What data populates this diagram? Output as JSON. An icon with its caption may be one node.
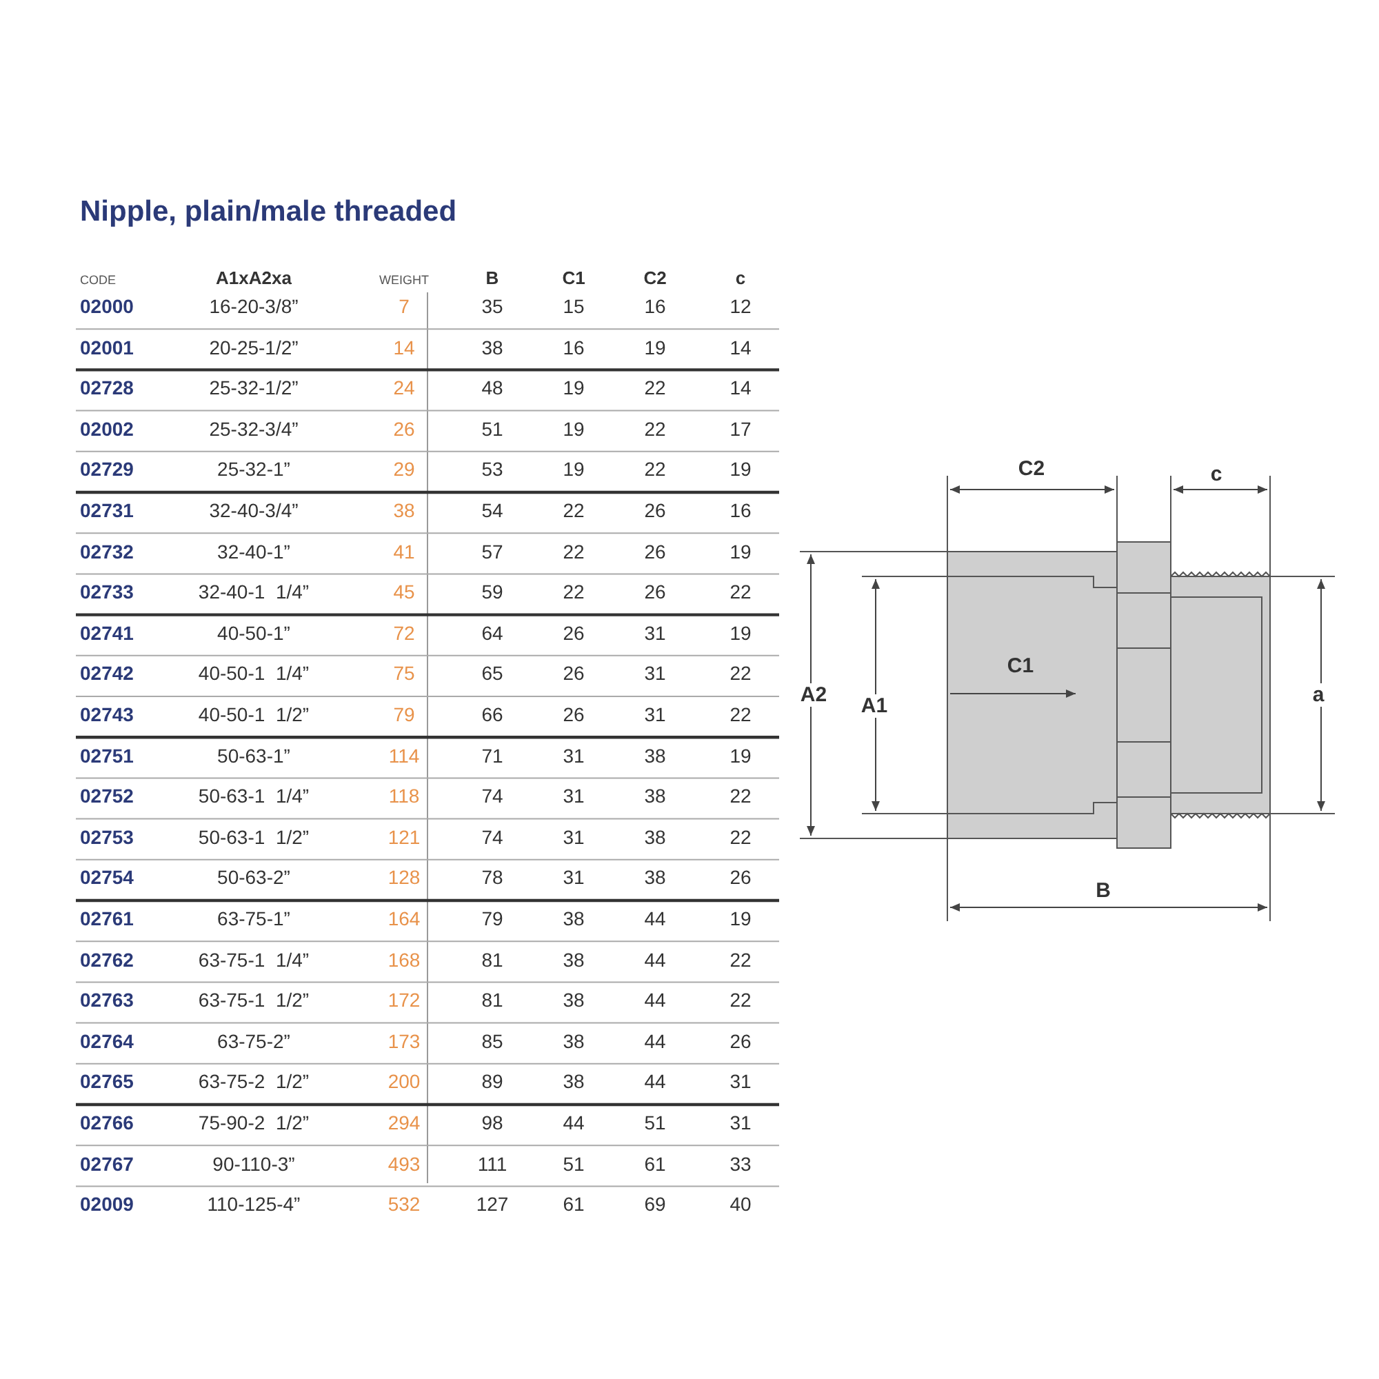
{
  "diagram": {
    "title": "Nipple, plain/male threaded",
    "labels": [
      "CODE",
      "A1xA2xa",
      "WEIGHT",
      "B",
      "C1",
      "C2",
      "c",
      "02000",
      "16-20-3/8”",
      "7",
      "35",
      "15",
      "16",
      "12",
      "02001",
      "20-25-1/2”",
      "14",
      "38",
      "16",
      "19",
      "14",
      "02728",
      "25-32-1/2”",
      "24",
      "48",
      "19",
      "22",
      "14",
      "02002",
      "25-32-3/4”",
      "26",
      "51",
      "19",
      "22",
      "17",
      "02729",
      "25-32-1”",
      "29",
      "53",
      "19",
      "22",
      "19",
      "02731",
      "32-40-3/4”",
      "38",
      "54",
      "22",
      "26",
      "16",
      "02732",
      "32-40-1”",
      "41",
      "57",
      "22",
      "26",
      "19",
      "02733",
      "32-40-1  1/4”",
      "45",
      "59",
      "22",
      "26",
      "22",
      "02741",
      "40-50-1”",
      "72",
      "64",
      "26",
      "31",
      "19",
      "02742",
      "40-50-1  1/4”",
      "75",
      "65",
      "26",
      "31",
      "22",
      "02743",
      "40-50-1  1/2”",
      "79",
      "66",
      "26",
      "31",
      "22",
      "02751",
      "50-63-1”",
      "114",
      "71",
      "31",
      "38",
      "19",
      "02752",
      "50-63-1  1/4”",
      "118",
      "74",
      "31",
      "38",
      "22",
      "02753",
      "50-63-1  1/2”",
      "121",
      "74",
      "31",
      "38",
      "22",
      "02754",
      "50-63-2”",
      "128",
      "78",
      "31",
      "38",
      "26",
      "02761",
      "63-75-1”",
      "164",
      "79",
      "38",
      "44",
      "19",
      "02762",
      "63-75-1  1/4”",
      "168",
      "81",
      "38",
      "44",
      "22",
      "02763",
      "63-75-1  1/2”",
      "172",
      "81",
      "38",
      "44",
      "22",
      "02764",
      "63-75-2”",
      "173",
      "85",
      "38",
      "44",
      "26",
      "02765",
      "63-75-2  1/2”",
      "200",
      "89",
      "38",
      "44",
      "31",
      "02766",
      "75-90-2  1/2”",
      "294",
      "98",
      "44",
      "51",
      "31",
      "02767",
      "90-110-3”",
      "493",
      "111",
      "51",
      "61",
      "33",
      "02009",
      "110-125-4”",
      "532",
      "127",
      "61",
      "69",
      "40",
      "C2",
      "c",
      "A2",
      "A1",
      "C1",
      "a",
      "B"
    ]
  }
}
